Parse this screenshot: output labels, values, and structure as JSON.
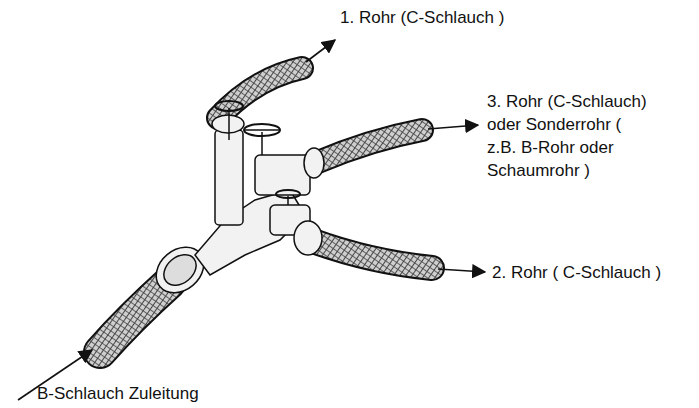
{
  "diagram": {
    "labels": [
      "1. Rohr (C-Schlauch )",
      "3. Rohr (C-Schlauch) oder Sonderrohr ( z.B. B-Rohr oder Schaumrohr )",
      "2. Rohr ( C-Schlauch )",
      "B-Schlauch Zuleitung"
    ]
  }
}
